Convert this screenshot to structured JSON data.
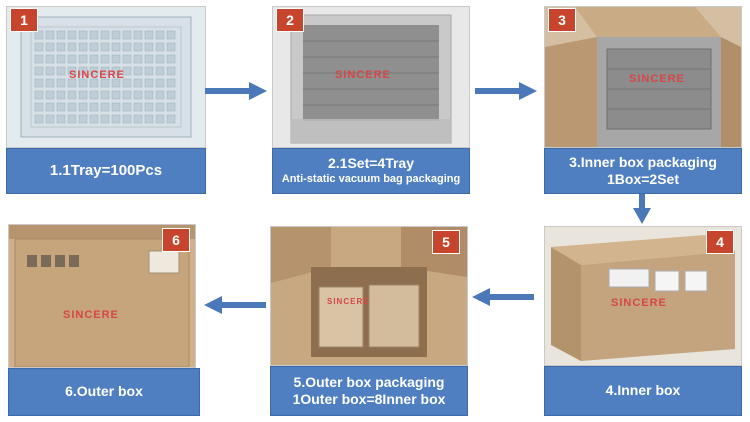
{
  "steps": [
    {
      "badge": "1",
      "line1": "1.1Tray=100Pcs",
      "line2": ""
    },
    {
      "badge": "2",
      "line1": "2.1Set=4Tray",
      "line2": "Anti-static vacuum bag packaging"
    },
    {
      "badge": "3",
      "line1": "3.Inner box packaging",
      "line2": "1Box=2Set"
    },
    {
      "badge": "4",
      "line1": "4.Inner box",
      "line2": ""
    },
    {
      "badge": "5",
      "line1": "5.Outer box packaging",
      "line2": "1Outer box=8Inner box"
    },
    {
      "badge": "6",
      "line1": "6.Outer box",
      "line2": ""
    }
  ],
  "brand": "SINCERE",
  "colors": {
    "caption": "#4f7fc0",
    "badge": "#c8452d",
    "arrow": "#4a78b8",
    "cardboard": "#b99872"
  }
}
